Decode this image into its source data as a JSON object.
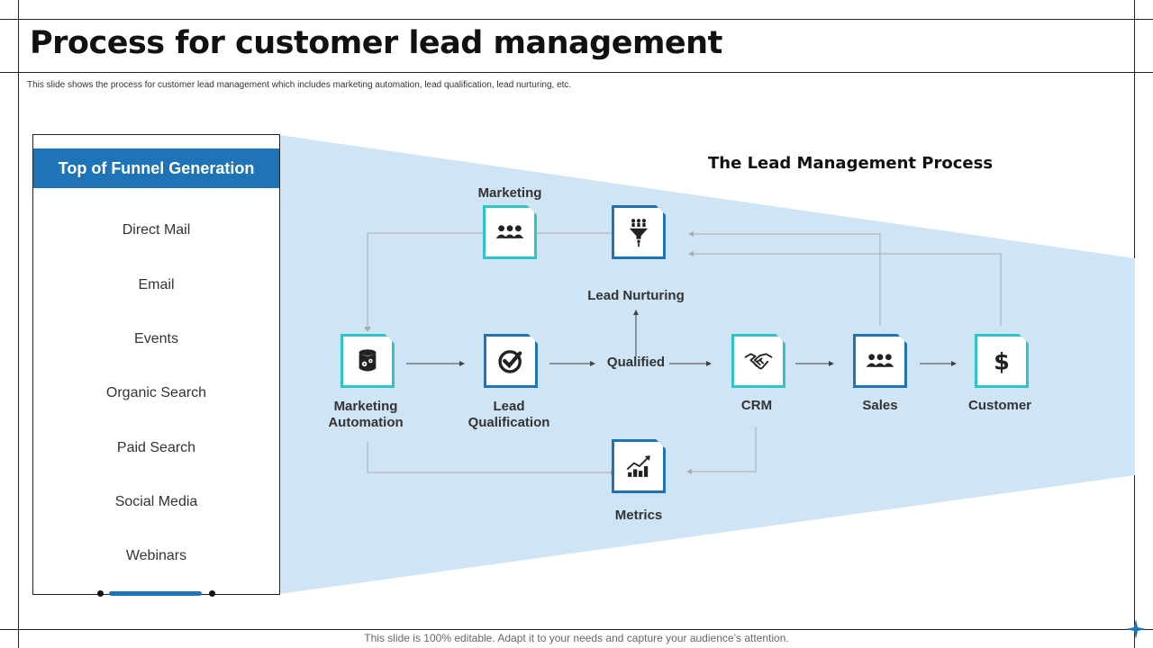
{
  "page": {
    "title": "Process for customer lead management",
    "subtitle": "This slide shows the process for customer lead management which includes marketing automation, lead qualification, lead nurturing, etc.",
    "footer": "This slide is 100% editable. Adapt it to your needs and capture your audience’s attention."
  },
  "funnel": {
    "header": "Top of Funnel Generation",
    "items": [
      "Direct Mail",
      "Email",
      "Events",
      "Organic Search",
      "Paid Search",
      "Social Media",
      "Webinars"
    ]
  },
  "process": {
    "title": "The Lead Management Process",
    "labels": {
      "marketing": "Marketing",
      "lead_nurturing": "Lead Nurturing",
      "marketing_automation_l1": "Marketing",
      "marketing_automation_l2": "Automation",
      "lead_qualification_l1": "Lead",
      "lead_qualification_l2": "Qualification",
      "qualified": "Qualified",
      "crm": "CRM",
      "sales": "Sales",
      "customer": "Customer",
      "metrics": "Metrics"
    },
    "icons": {
      "marketing": "people-group-icon",
      "lead_nurturing": "funnel-people-icon",
      "marketing_automation": "database-gear-icon",
      "lead_qualification": "checkmark-circle-icon",
      "crm": "handshake-icon",
      "sales": "people-group-icon",
      "customer": "dollar-icon",
      "metrics": "bar-chart-icon"
    }
  },
  "colors": {
    "accent_blue": "#1f73b7",
    "teal": "#2ec4c9",
    "funnel_fill": "#cfe4f5"
  }
}
